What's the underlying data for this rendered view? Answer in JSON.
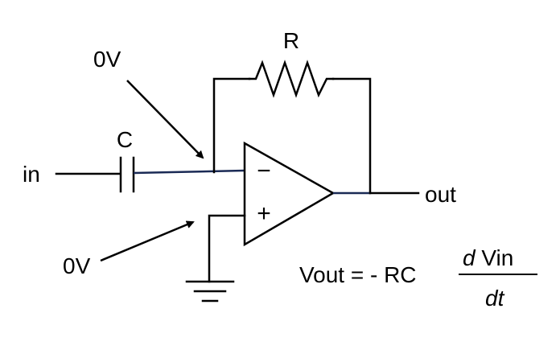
{
  "labels": {
    "resistor": "R",
    "capacitor": "C",
    "input": "in",
    "output": "out",
    "inverting": "−",
    "non_inverting": "+",
    "node_top": "0V",
    "node_bottom": "0V"
  },
  "formula": {
    "lhs": "Vout = - RC",
    "numerator_d": "d",
    "numerator_var": " Vin",
    "denominator": "dt"
  }
}
